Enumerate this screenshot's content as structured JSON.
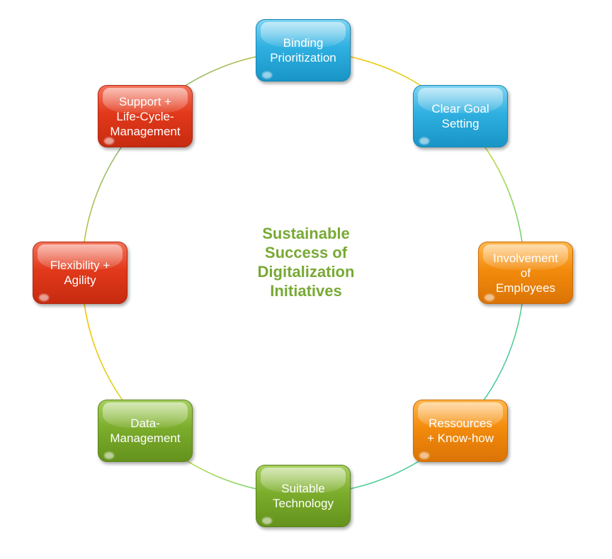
{
  "center": {
    "title": "Sustainable\nSuccess of\nDigitalization\nInitiatives"
  },
  "nodes": [
    {
      "label": "Binding\nPrioritization",
      "color": "blue"
    },
    {
      "label": "Clear Goal\nSetting",
      "color": "blue"
    },
    {
      "label": "Involvement\nof\nEmployees",
      "color": "orange"
    },
    {
      "label": "Ressources\n+ Know-how",
      "color": "orange"
    },
    {
      "label": "Suitable\nTechnology",
      "color": "green"
    },
    {
      "label": "Data-\nManagement",
      "color": "green"
    },
    {
      "label": "Flexibility +\nAgility",
      "color": "red"
    },
    {
      "label": "Support +\nLife-Cycle-\nManagement",
      "color": "red"
    }
  ],
  "colors": {
    "blue": "#2fb0e1",
    "orange": "#f38b0c",
    "green": "#7cad2c",
    "red": "#e2391b",
    "title_green": "#78a935"
  }
}
